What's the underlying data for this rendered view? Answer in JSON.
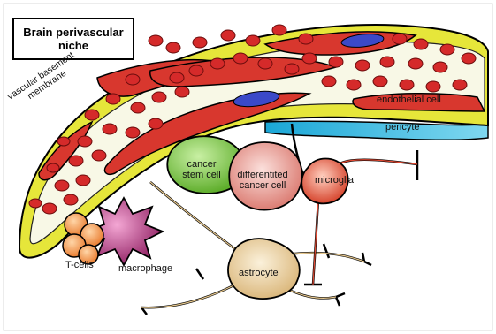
{
  "title": "Brain perivascular niche",
  "labels": {
    "vascular_basement_membrane_line1": "vascular basement",
    "vascular_basement_membrane_line2": "membrane",
    "endothelial_cell": "endothelial cell",
    "pericyte": "pericyte",
    "cancer_stem_cell_line1": "cancer",
    "cancer_stem_cell_line2": "stem cell",
    "differentiated_cancer_cell_line1": "differentited",
    "differentiated_cancer_cell_line2": "cancer cell",
    "microglia": "microglia",
    "t_cells": "T-cells",
    "macrophage": "macrophage",
    "astrocyte": "astrocyte"
  },
  "colors": {
    "basement_membrane": "#e6e63a",
    "vessel_lumen": "#f8f8e6",
    "endothelium": "#d8372e",
    "red_blood_cell": "#d52a2a",
    "nucleus": "#3b49c8",
    "pericyte": "#4fc6e6",
    "cancer_stem_cell": "#79c640",
    "differentiated_cancer_cell": "#e88e86",
    "microglia": "#e24a33",
    "t_cell": "#f39a3c",
    "macrophage": "#b0307e",
    "astrocyte": "#e7c88e"
  }
}
